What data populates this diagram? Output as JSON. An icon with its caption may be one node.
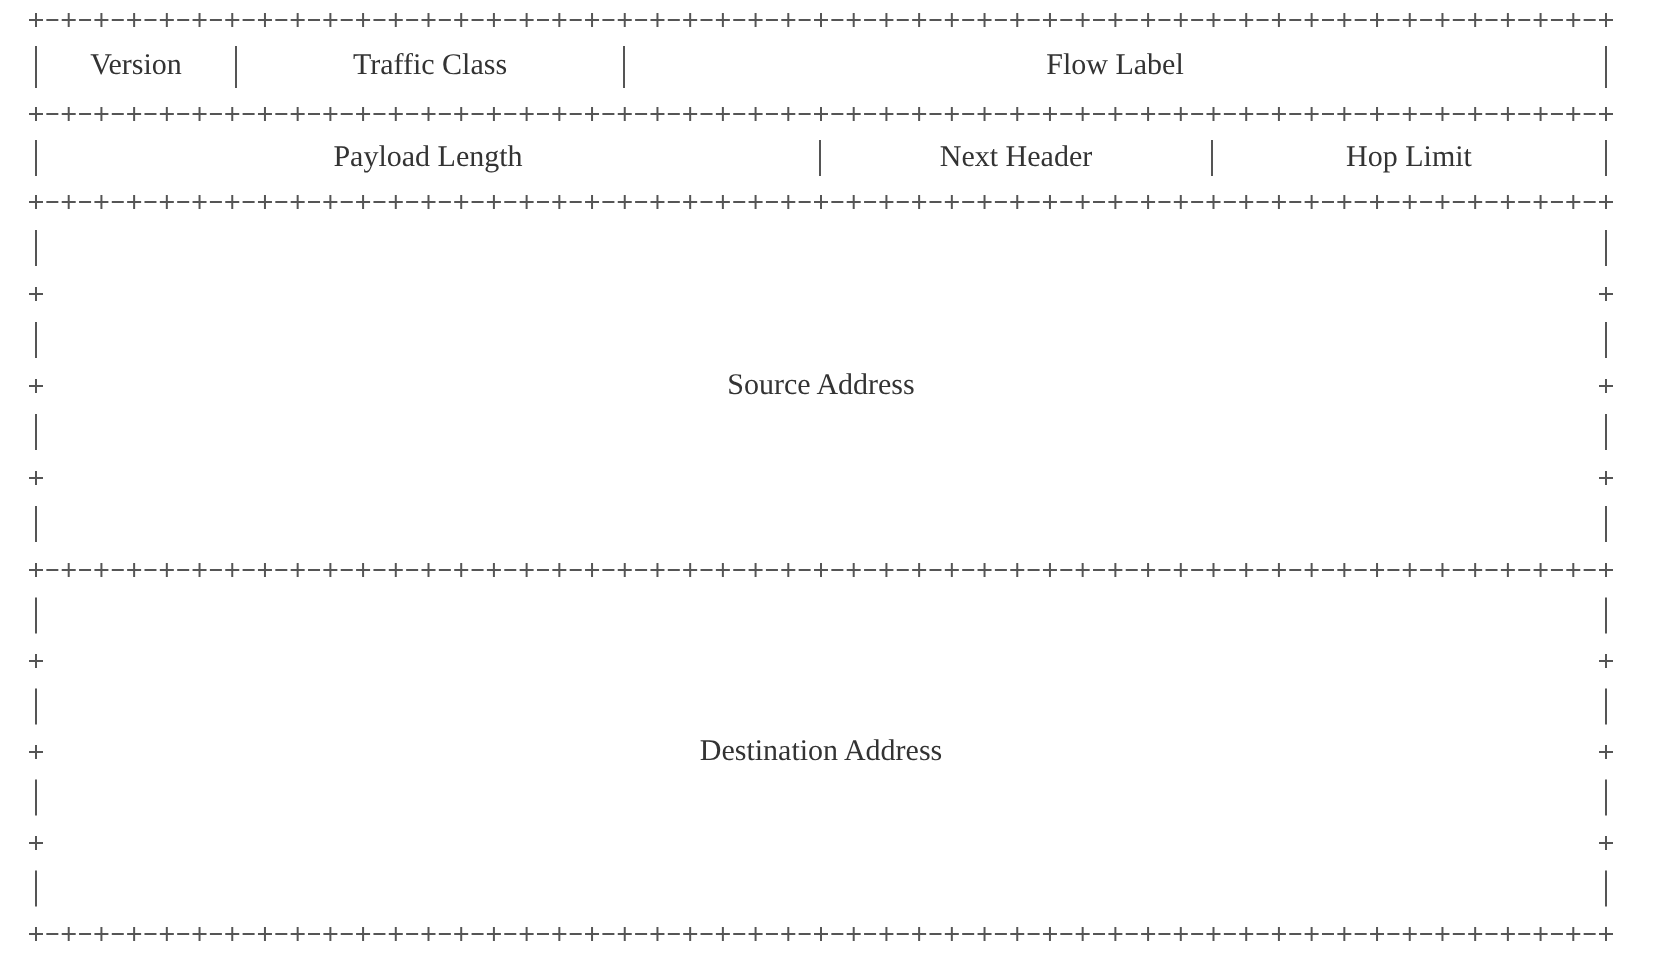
{
  "diagram": {
    "nodes": [
      {
        "text": [
          "Version"
        ]
      },
      {
        "text": [
          "Traffic Class"
        ]
      },
      {
        "text": [
          "Flow Label"
        ]
      },
      {
        "text": [
          "Payload Length"
        ]
      },
      {
        "text": [
          "Next Header"
        ]
      },
      {
        "text": [
          "Hop Limit"
        ]
      },
      {
        "text": [
          "Source Address"
        ]
      },
      {
        "text": [
          "Destination Address"
        ]
      }
    ]
  }
}
